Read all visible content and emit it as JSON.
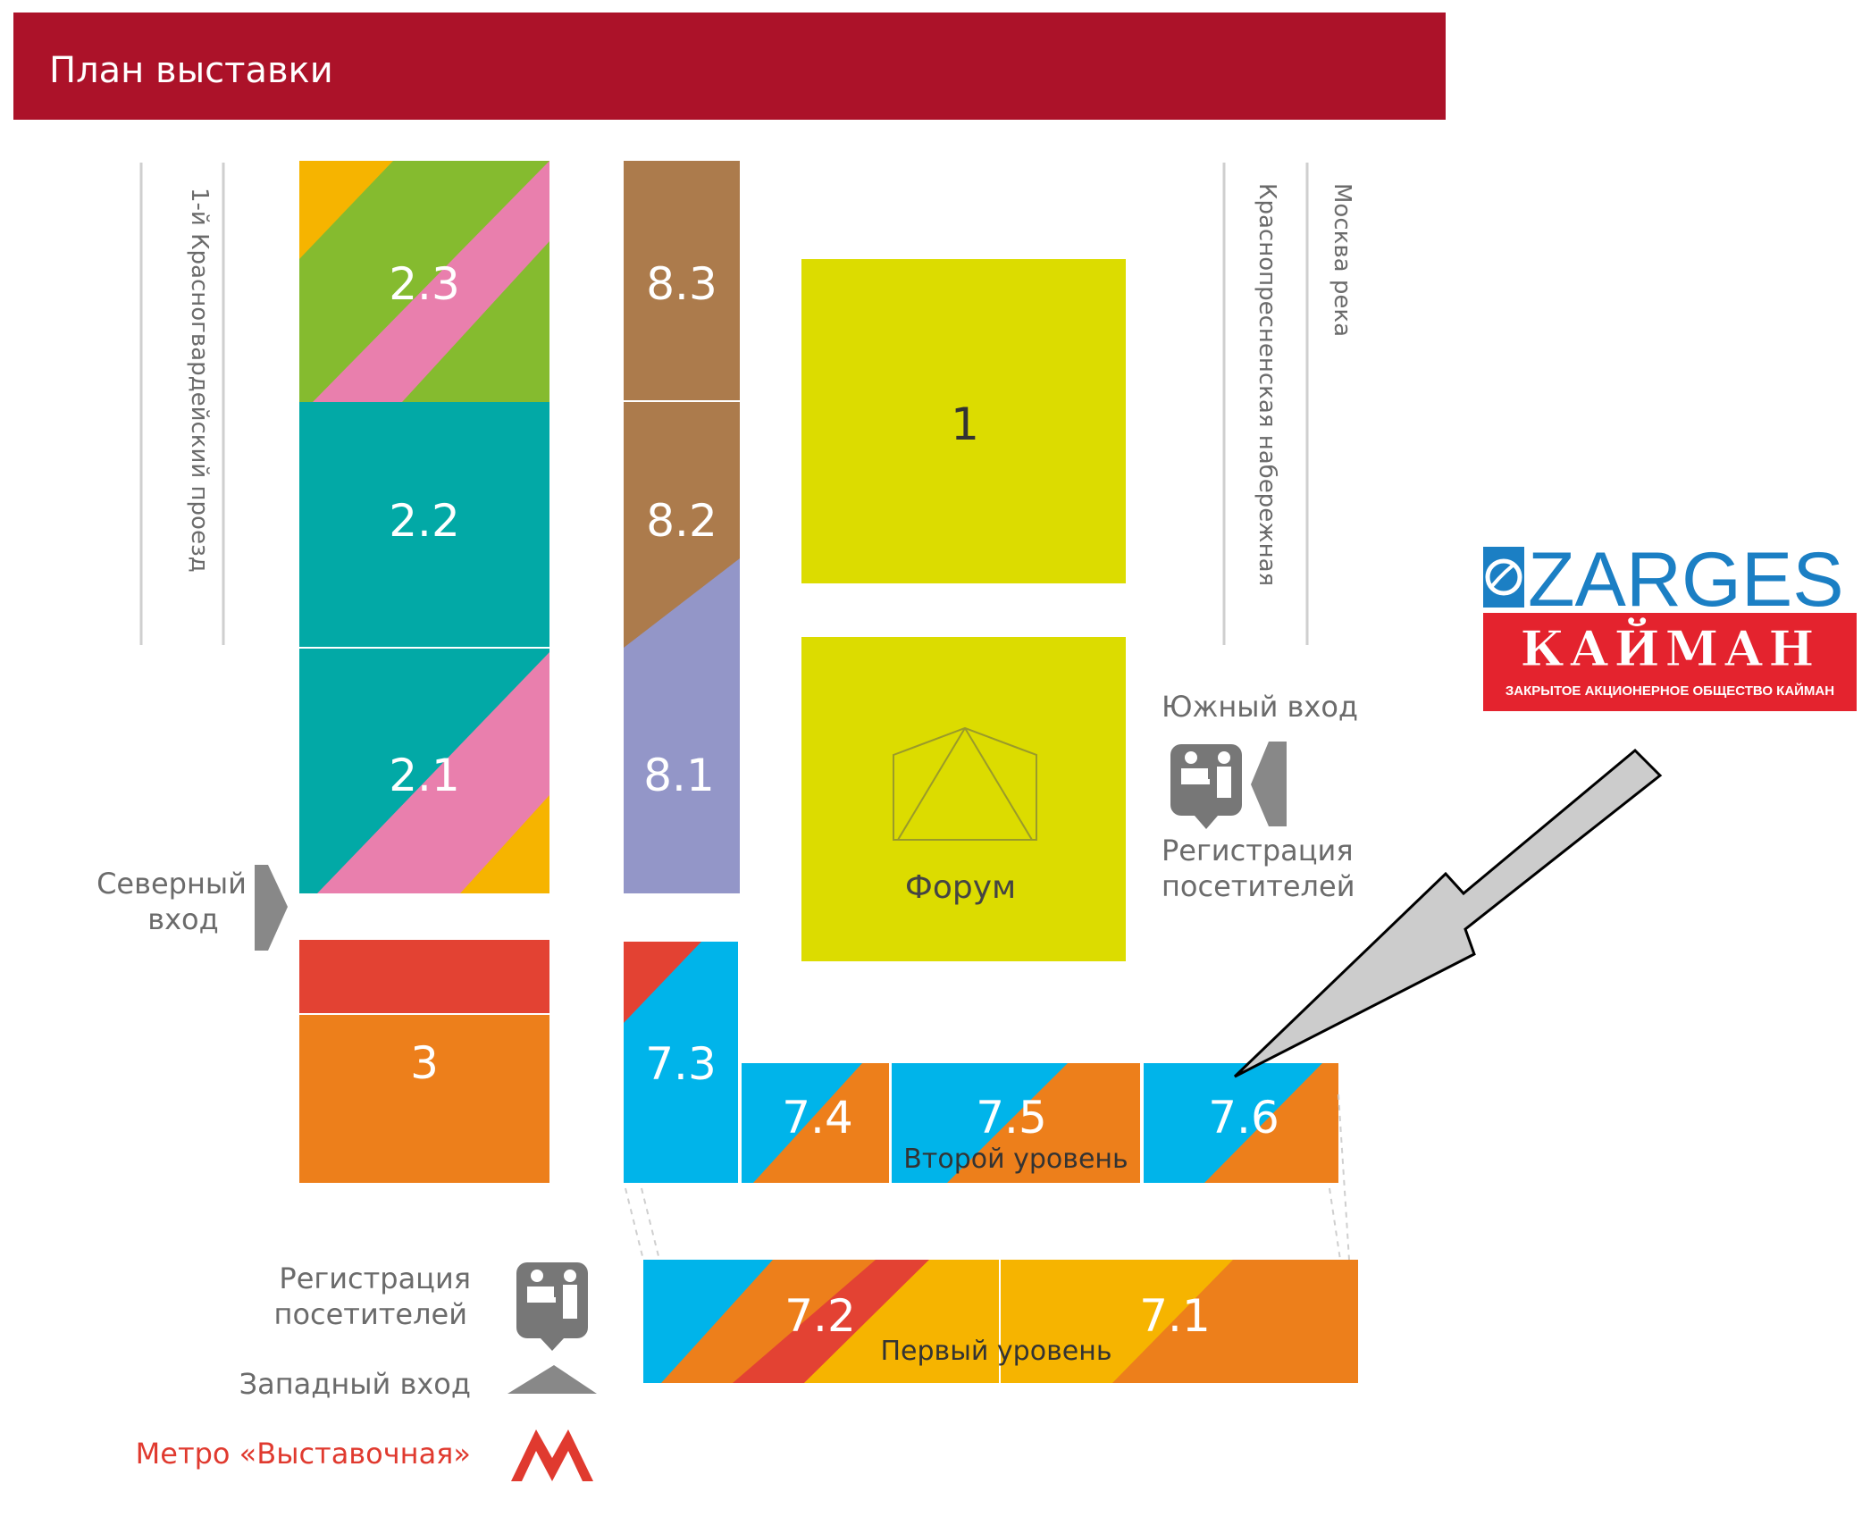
{
  "header": {
    "title": "План выставки"
  },
  "streets": {
    "left": "1-й Красногвардейский проезд",
    "right_embankment": "Краснопресненская набережная",
    "river": "Москва река"
  },
  "halls": {
    "h2_3": "2.3",
    "h2_2": "2.2",
    "h2_1": "2.1",
    "h8_3": "8.3",
    "h8_2": "8.2",
    "h8_1": "8.1",
    "h1": "1",
    "forum": "Форум",
    "h3": "3",
    "h7_3": "7.3",
    "h7_4": "7.4",
    "h7_5": "7.5",
    "h7_6": "7.6",
    "h7_2": "7.2",
    "h7_1": "7.1"
  },
  "levels": {
    "second": "Второй уровень",
    "first": "Первый уровень"
  },
  "entrances": {
    "north_line1": "Северный",
    "north_line2": "вход",
    "south": "Южный вход",
    "west": "Западный вход"
  },
  "registration": {
    "right_line1": "Регистрация",
    "right_line2": "посетителей",
    "left_line1": "Регистрация",
    "left_line2": "посетителей"
  },
  "metro": {
    "label": "Метро «Выставочная»",
    "letter": "M"
  },
  "sponsor": {
    "zarges": "ZARGES",
    "kaiman": "КАЙМАН",
    "kaiman_sub": "ЗАКРЫТОЕ АКЦИОНЕРНОЕ ОБЩЕСТВО КАЙМАН"
  },
  "colors": {
    "header_red": "#ac1229",
    "teal": "#02a9a6",
    "green": "#85bb2f",
    "pink": "#e97fad",
    "yellow": "#f6b400",
    "brown": "#ac7b4c",
    "lavender": "#9396c8",
    "lime": "#dcdc00",
    "red": "#e34233",
    "orange": "#ed7f1b",
    "cyan": "#00b4ea",
    "gray_arrow": "#cccccc"
  }
}
